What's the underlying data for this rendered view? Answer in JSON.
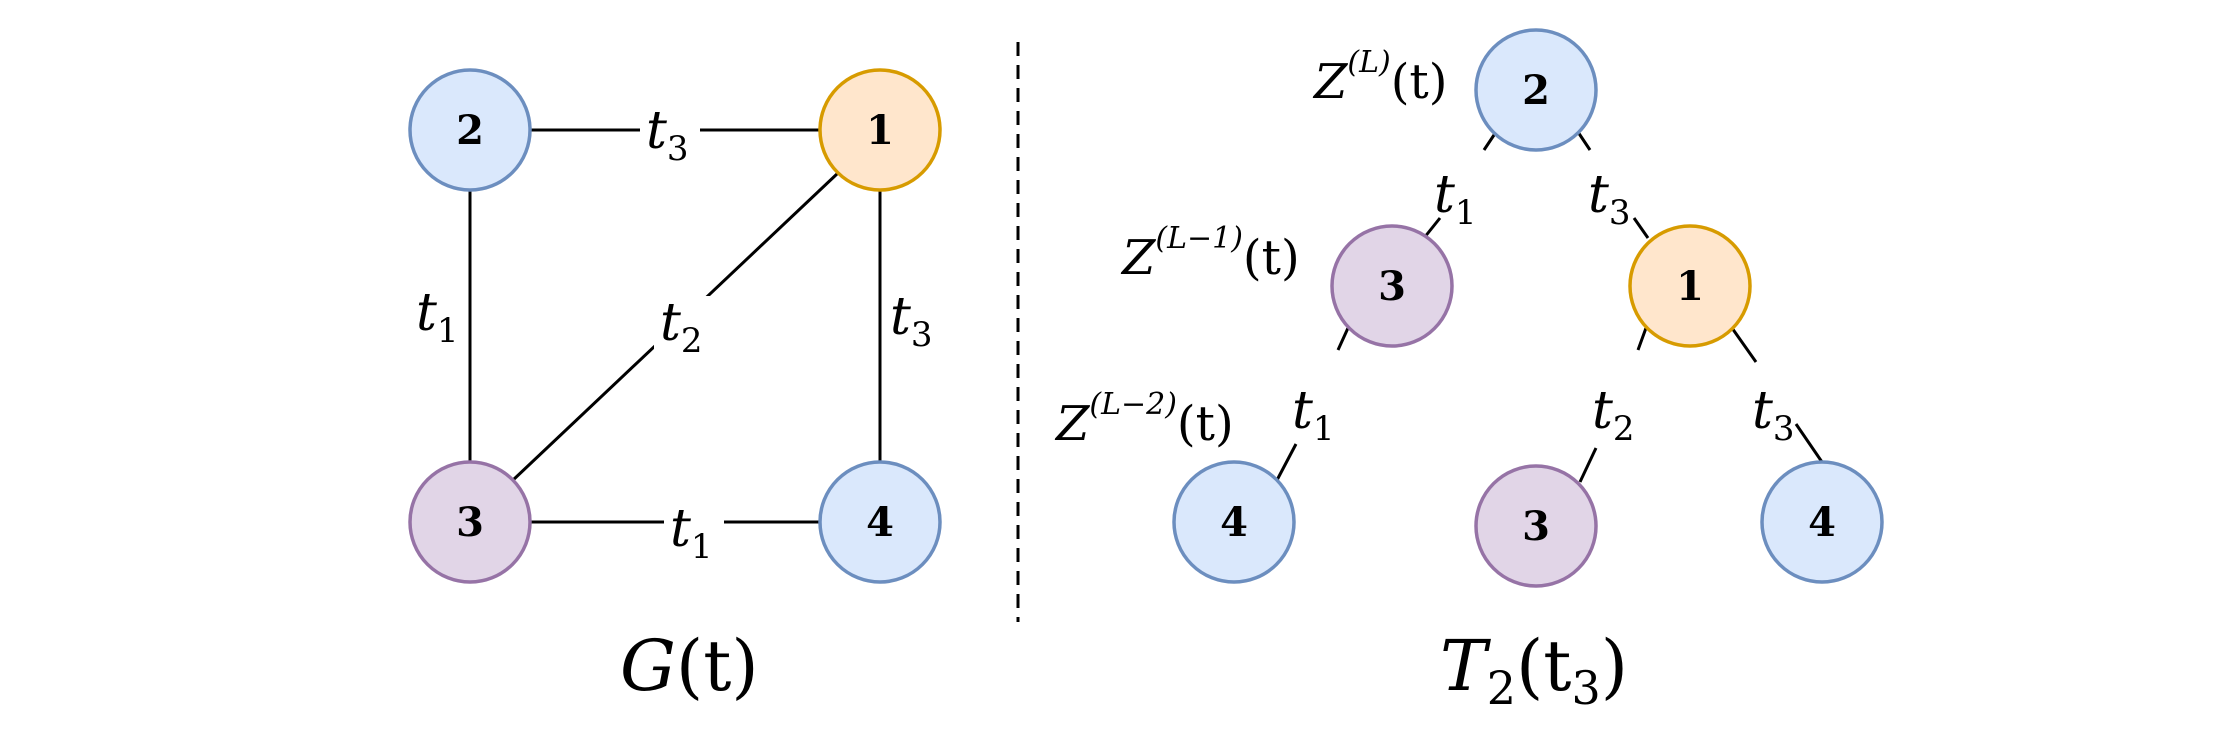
{
  "colors": {
    "blue_fill": "#dae8fc",
    "blue_stroke": "#6c8ebf",
    "orange_fill": "#ffe6cc",
    "orange_stroke": "#d79b00",
    "purple_fill": "#e1d5e7",
    "purple_stroke": "#9673a6",
    "edge": "#000000"
  },
  "graph": {
    "caption_main": "G",
    "caption_arg": "(t)",
    "nodes": [
      {
        "id": "2",
        "color": "blue"
      },
      {
        "id": "1",
        "color": "orange"
      },
      {
        "id": "3",
        "color": "purple"
      },
      {
        "id": "4",
        "color": "blue"
      }
    ],
    "edges": [
      {
        "from": "2",
        "to": "1",
        "t": "t",
        "sub": "3"
      },
      {
        "from": "2",
        "to": "3",
        "t": "t",
        "sub": "1"
      },
      {
        "from": "1",
        "to": "3",
        "t": "t",
        "sub": "2"
      },
      {
        "from": "1",
        "to": "4",
        "t": "t",
        "sub": "3"
      },
      {
        "from": "3",
        "to": "4",
        "t": "t",
        "sub": "1"
      }
    ]
  },
  "tree": {
    "caption_main": "T",
    "caption_sub": "2",
    "caption_arg_open": "(t",
    "caption_arg_sub": "3",
    "caption_arg_close": ")",
    "levels": [
      {
        "z": "Z",
        "sup": "(L)",
        "arg": "(t)"
      },
      {
        "z": "Z",
        "sup": "(L−1)",
        "arg": "(t)"
      },
      {
        "z": "Z",
        "sup": "(L−2)",
        "arg": "(t)"
      }
    ],
    "nodes": [
      {
        "id": "2",
        "color": "blue"
      },
      {
        "id": "3",
        "color": "purple"
      },
      {
        "id": "1",
        "color": "orange"
      },
      {
        "id": "4",
        "color": "blue"
      },
      {
        "id": "3",
        "color": "purple"
      },
      {
        "id": "4",
        "color": "blue"
      }
    ],
    "edges": [
      {
        "t": "t",
        "sub": "1"
      },
      {
        "t": "t",
        "sub": "3"
      },
      {
        "t": "t",
        "sub": "1"
      },
      {
        "t": "t",
        "sub": "2"
      },
      {
        "t": "t",
        "sub": "3"
      }
    ]
  }
}
